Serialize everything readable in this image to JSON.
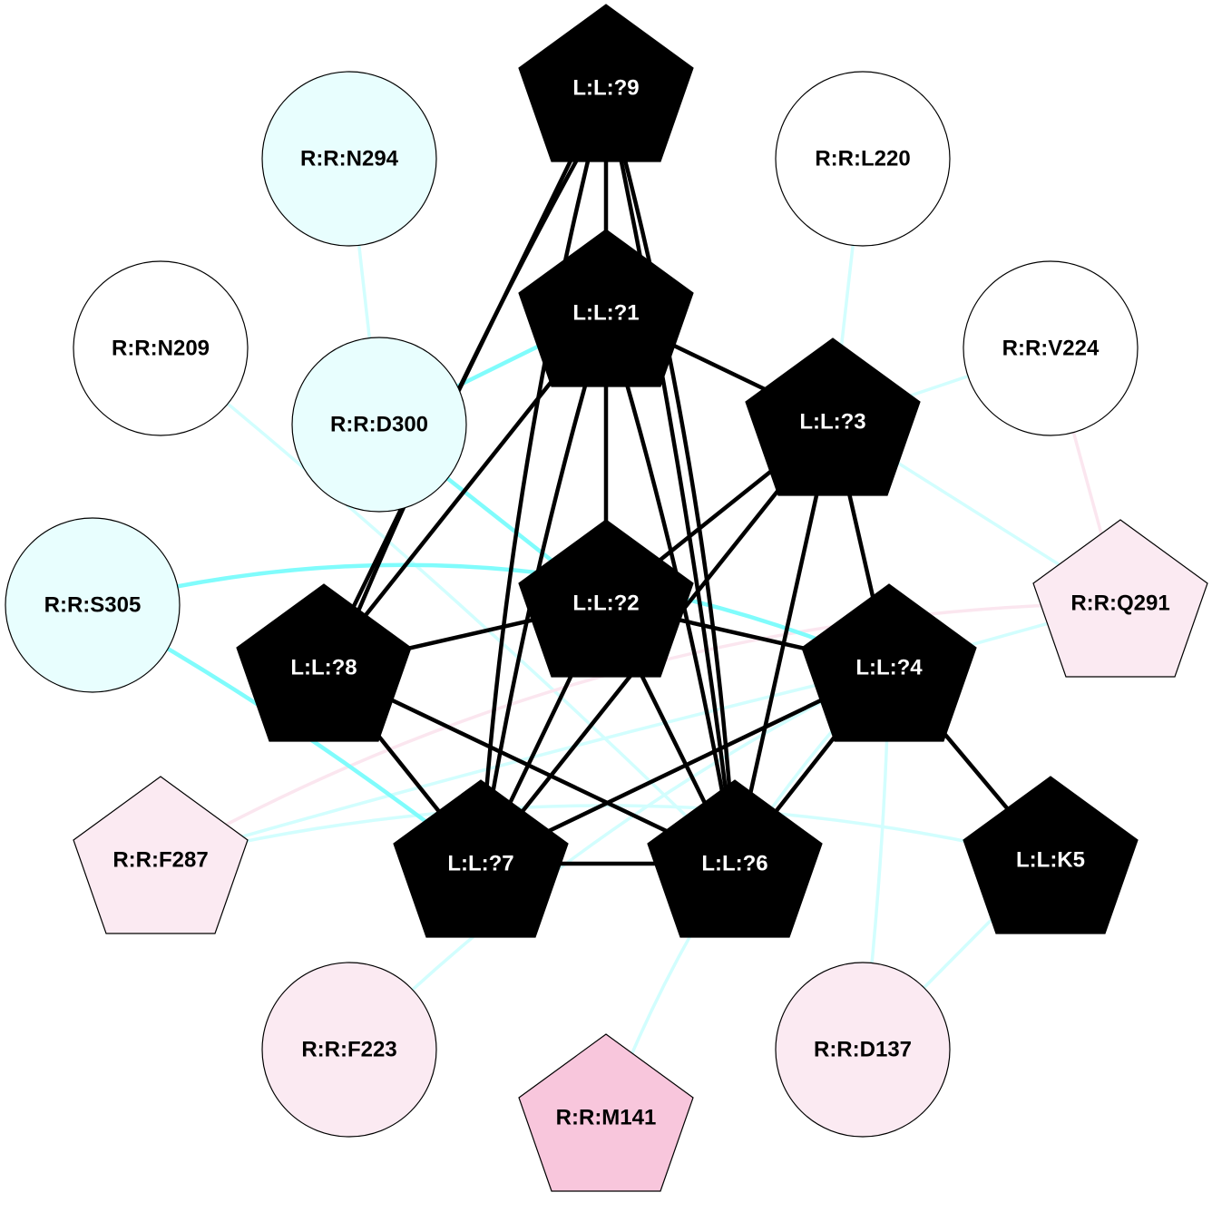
{
  "colors": {
    "ligand": "#000000",
    "strong_contact": "#80fcfc",
    "weak_contact": "#d2fefe",
    "pink_contact": "#fbe6ef",
    "receptor_cyan": "#e8fefe",
    "receptor_pink": "#fbeaf2",
    "receptor_pink_strong": "#f8c6dc",
    "receptor_white": "#ffffff"
  },
  "nodes": [
    {
      "id": "L:L:?9",
      "label": "L:L:?9",
      "shape": "pentagon",
      "fill": "#000000",
      "text": "#ffffff"
    },
    {
      "id": "L:L:?1",
      "label": "L:L:?1",
      "shape": "pentagon",
      "fill": "#000000",
      "text": "#ffffff"
    },
    {
      "id": "L:L:?3",
      "label": "L:L:?3",
      "shape": "pentagon",
      "fill": "#000000",
      "text": "#ffffff"
    },
    {
      "id": "L:L:?2",
      "label": "L:L:?2",
      "shape": "pentagon",
      "fill": "#000000",
      "text": "#ffffff"
    },
    {
      "id": "L:L:?8",
      "label": "L:L:?8",
      "shape": "pentagon",
      "fill": "#000000",
      "text": "#ffffff"
    },
    {
      "id": "L:L:?4",
      "label": "L:L:?4",
      "shape": "pentagon",
      "fill": "#000000",
      "text": "#ffffff"
    },
    {
      "id": "L:L:?7",
      "label": "L:L:?7",
      "shape": "pentagon",
      "fill": "#000000",
      "text": "#ffffff"
    },
    {
      "id": "L:L:?6",
      "label": "L:L:?6",
      "shape": "pentagon",
      "fill": "#000000",
      "text": "#ffffff"
    },
    {
      "id": "L:L:K5",
      "label": "L:L:K5",
      "shape": "pentagon",
      "fill": "#000000",
      "text": "#ffffff"
    },
    {
      "id": "R:R:N294",
      "label": "R:R:N294",
      "shape": "circle",
      "fill": "#e8fefe",
      "text": "#000000"
    },
    {
      "id": "R:R:L220",
      "label": "R:R:L220",
      "shape": "circle",
      "fill": "#ffffff",
      "text": "#000000"
    },
    {
      "id": "R:R:N209",
      "label": "R:R:N209",
      "shape": "circle",
      "fill": "#ffffff",
      "text": "#000000"
    },
    {
      "id": "R:R:D300",
      "label": "R:R:D300",
      "shape": "circle",
      "fill": "#e8fefe",
      "text": "#000000"
    },
    {
      "id": "R:R:V224",
      "label": "R:R:V224",
      "shape": "circle",
      "fill": "#ffffff",
      "text": "#000000"
    },
    {
      "id": "R:R:S305",
      "label": "R:R:S305",
      "shape": "circle",
      "fill": "#e8fefe",
      "text": "#000000"
    },
    {
      "id": "R:R:Q291",
      "label": "R:R:Q291",
      "shape": "pentagon",
      "fill": "#fbeaf2",
      "text": "#000000"
    },
    {
      "id": "R:R:F287",
      "label": "R:R:F287",
      "shape": "pentagon",
      "fill": "#fbeaf2",
      "text": "#000000"
    },
    {
      "id": "R:R:F223",
      "label": "R:R:F223",
      "shape": "circle",
      "fill": "#fbeaf2",
      "text": "#000000"
    },
    {
      "id": "R:R:M141",
      "label": "R:R:M141",
      "shape": "pentagon",
      "fill": "#f8c6dc",
      "text": "#000000"
    },
    {
      "id": "R:R:D137",
      "label": "R:R:D137",
      "shape": "circle",
      "fill": "#fbeaf2",
      "text": "#000000"
    }
  ],
  "edges": [
    {
      "s": "R:R:N294",
      "t": "R:R:D300",
      "kind": "weak_contact"
    },
    {
      "s": "R:R:L220",
      "t": "L:L:?3",
      "kind": "weak_contact"
    },
    {
      "s": "R:R:N209",
      "t": "L:L:?6",
      "kind": "weak_contact"
    },
    {
      "s": "R:R:V224",
      "t": "L:L:?3",
      "kind": "weak_contact"
    },
    {
      "s": "L:L:?3",
      "t": "R:R:Q291",
      "kind": "weak_contact"
    },
    {
      "s": "R:R:Q291",
      "t": "L:L:?4",
      "kind": "weak_contact"
    },
    {
      "s": "R:R:F287",
      "t": "L:L:?4",
      "kind": "weak_contact"
    },
    {
      "s": "R:R:F287",
      "t": "L:L:K5",
      "kind": "weak_contact"
    },
    {
      "s": "R:R:F223",
      "t": "L:L:?4",
      "kind": "weak_contact"
    },
    {
      "s": "R:R:M141",
      "t": "L:L:?4",
      "kind": "weak_contact"
    },
    {
      "s": "R:R:D137",
      "t": "L:L:?4",
      "kind": "weak_contact"
    },
    {
      "s": "R:R:D137",
      "t": "L:L:K5",
      "kind": "weak_contact"
    },
    {
      "s": "L:L:?7",
      "t": "L:L:?4",
      "kind": "weak_contact"
    },
    {
      "s": "R:R:V224",
      "t": "R:R:Q291",
      "kind": "pink_contact"
    },
    {
      "s": "R:R:Q291",
      "t": "R:R:F287",
      "kind": "pink_contact"
    },
    {
      "s": "R:R:D300",
      "t": "L:L:?1",
      "kind": "strong_contact"
    },
    {
      "s": "R:R:D300",
      "t": "L:L:?2",
      "kind": "strong_contact"
    },
    {
      "s": "R:R:S305",
      "t": "L:L:?4",
      "kind": "strong_contact"
    },
    {
      "s": "R:R:S305",
      "t": "L:L:?7",
      "kind": "strong_contact"
    },
    {
      "s": "L:L:?9",
      "t": "L:L:?1",
      "kind": "ligand"
    },
    {
      "s": "L:L:?9",
      "t": "L:L:?8",
      "kind": "ligand"
    },
    {
      "s": "L:L:?9",
      "t": "L:L:?8",
      "kind": "ligand"
    },
    {
      "s": "L:L:?9",
      "t": "L:L:?7",
      "kind": "ligand"
    },
    {
      "s": "L:L:?9",
      "t": "L:L:?6",
      "kind": "ligand"
    },
    {
      "s": "L:L:?9",
      "t": "L:L:?6",
      "kind": "ligand"
    },
    {
      "s": "L:L:?1",
      "t": "L:L:?3",
      "kind": "ligand"
    },
    {
      "s": "L:L:?1",
      "t": "L:L:?8",
      "kind": "ligand"
    },
    {
      "s": "L:L:?1",
      "t": "L:L:?7",
      "kind": "ligand"
    },
    {
      "s": "L:L:?1",
      "t": "L:L:?2",
      "kind": "ligand"
    },
    {
      "s": "L:L:?1",
      "t": "L:L:?6",
      "kind": "ligand"
    },
    {
      "s": "L:L:?3",
      "t": "L:L:?2",
      "kind": "ligand"
    },
    {
      "s": "L:L:?3",
      "t": "L:L:?7",
      "kind": "ligand"
    },
    {
      "s": "L:L:?3",
      "t": "L:L:?6",
      "kind": "ligand"
    },
    {
      "s": "L:L:?3",
      "t": "L:L:?4",
      "kind": "ligand"
    },
    {
      "s": "L:L:?2",
      "t": "L:L:?8",
      "kind": "ligand"
    },
    {
      "s": "L:L:?2",
      "t": "L:L:?4",
      "kind": "ligand"
    },
    {
      "s": "L:L:?2",
      "t": "L:L:?7",
      "kind": "ligand"
    },
    {
      "s": "L:L:?2",
      "t": "L:L:?6",
      "kind": "ligand"
    },
    {
      "s": "L:L:?8",
      "t": "L:L:?7",
      "kind": "ligand"
    },
    {
      "s": "L:L:?8",
      "t": "L:L:?6",
      "kind": "ligand"
    },
    {
      "s": "L:L:?4",
      "t": "L:L:?7",
      "kind": "ligand"
    },
    {
      "s": "L:L:?4",
      "t": "L:L:?6",
      "kind": "ligand"
    },
    {
      "s": "L:L:?4",
      "t": "L:L:K5",
      "kind": "ligand"
    },
    {
      "s": "L:L:?7",
      "t": "L:L:?6",
      "kind": "ligand"
    }
  ]
}
